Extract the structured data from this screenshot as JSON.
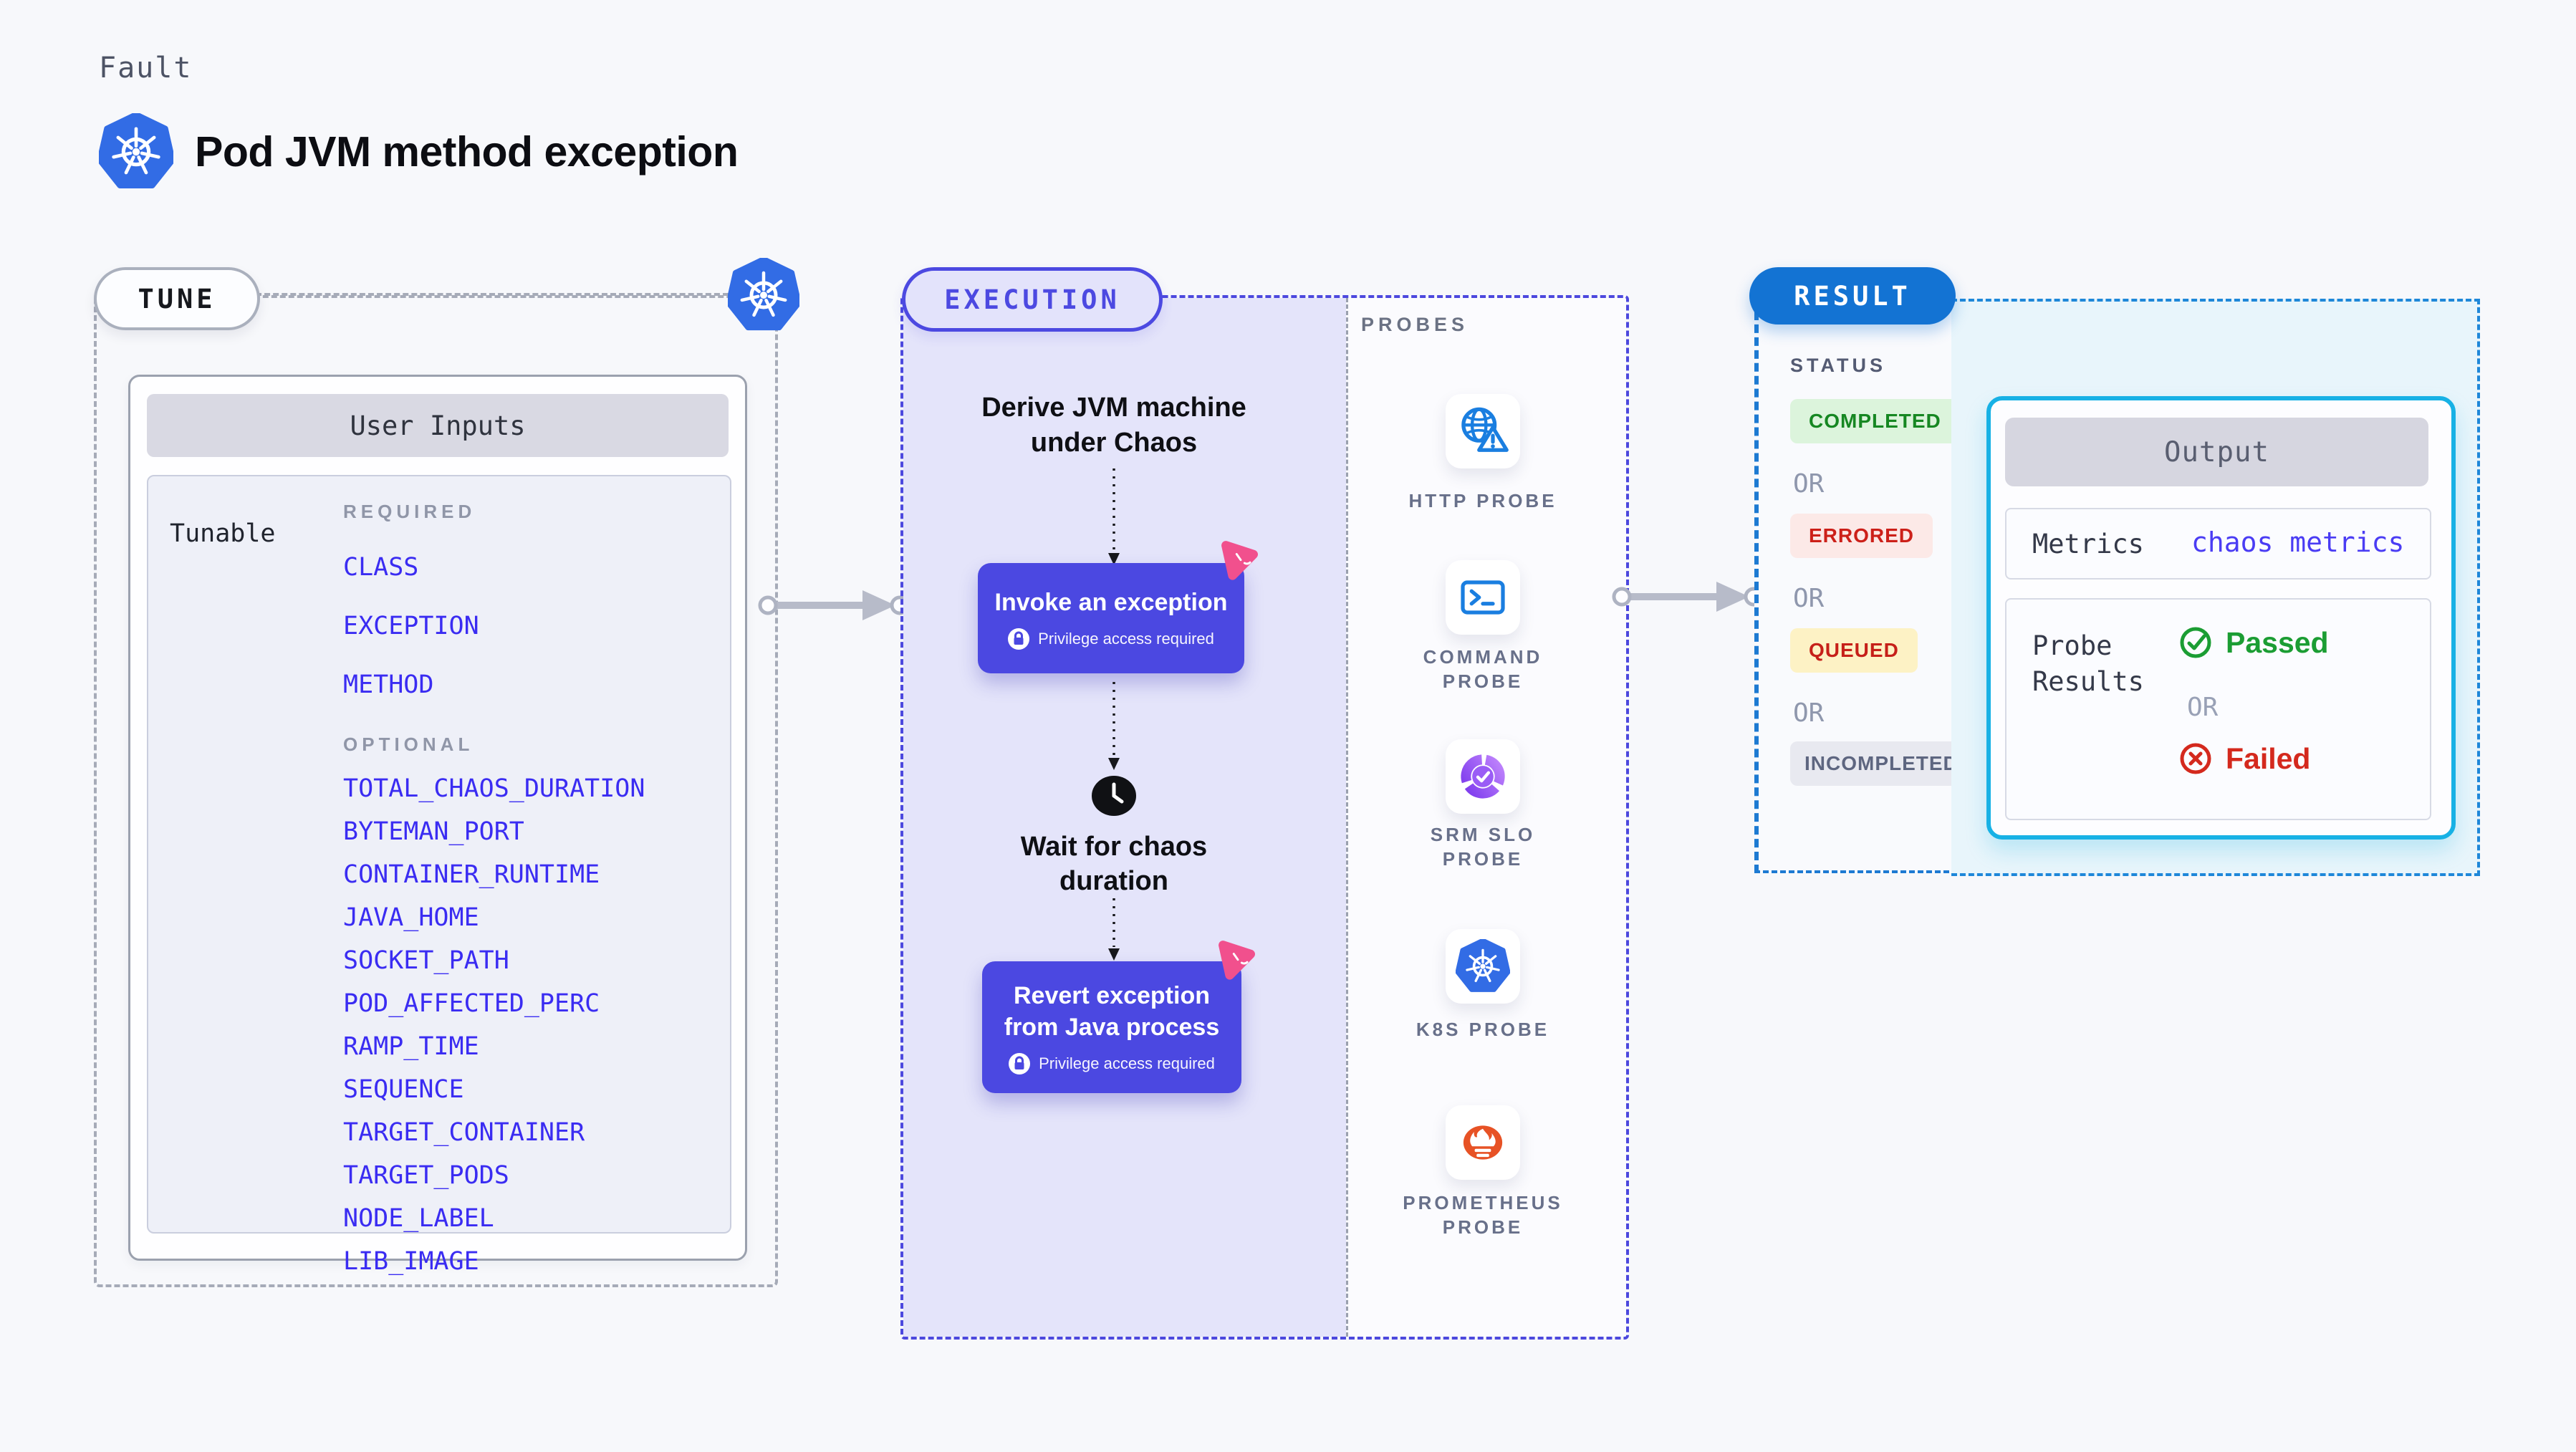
{
  "header": {
    "eyebrow": "Fault",
    "title": "Pod JVM method exception"
  },
  "tune": {
    "pill": "TUNE",
    "card_header": "User Inputs",
    "side_label": "Tunable",
    "required_label": "REQUIRED",
    "required_items": [
      "CLASS",
      "EXCEPTION",
      "METHOD"
    ],
    "optional_label": "OPTIONAL",
    "optional_items": [
      "TOTAL_CHAOS_DURATION",
      "BYTEMAN_PORT",
      "CONTAINER_RUNTIME",
      "JAVA_HOME",
      "SOCKET_PATH",
      "POD_AFFECTED_PERC",
      "RAMP_TIME",
      "SEQUENCE",
      "TARGET_CONTAINER",
      "TARGET_PODS",
      "NODE_LABEL",
      "LIB_IMAGE"
    ]
  },
  "execution": {
    "pill": "EXECUTION",
    "derive_step": "Derive JVM machine\nunder Chaos",
    "invoke_title": "Invoke an exception",
    "privilege_note": "Privilege access required",
    "wait_step": "Wait for chaos\nduration",
    "revert_title": "Revert exception\nfrom Java process"
  },
  "probes": {
    "label": "PROBES",
    "items": [
      {
        "label": "HTTP PROBE",
        "icon": "globe-warning-icon"
      },
      {
        "label": "COMMAND\nPROBE",
        "icon": "terminal-icon"
      },
      {
        "label": "SRM SLO\nPROBE",
        "icon": "slo-gauge-icon"
      },
      {
        "label": "K8S PROBE",
        "icon": "kubernetes-icon"
      },
      {
        "label": "PROMETHEUS\nPROBE",
        "icon": "prometheus-flame-icon"
      }
    ]
  },
  "result": {
    "pill": "RESULT",
    "status_label": "STATUS",
    "or_label": "OR",
    "statuses": [
      {
        "label": "COMPLETED",
        "bg": "#dcf4dc",
        "color": "#168722"
      },
      {
        "label": "ERRORED",
        "bg": "#fce9e7",
        "color": "#cc2019"
      },
      {
        "label": "QUEUED",
        "bg": "#fdf2c5",
        "color": "#c62019"
      },
      {
        "label": "INCOMPLETED",
        "bg": "#e8e9f0",
        "color": "#5e6680"
      }
    ],
    "output": {
      "header": "Output",
      "metrics_label": "Metrics",
      "metrics_value": "chaos metrics",
      "probe_results_label": "Probe\nResults",
      "passed_label": "Passed",
      "failed_label": "Failed",
      "or_label": "OR"
    }
  },
  "icons": [
    "kubernetes-icon",
    "litmus-chaos-icon",
    "lock-icon",
    "clock-icon",
    "globe-warning-icon",
    "terminal-icon",
    "slo-gauge-icon",
    "prometheus-flame-icon",
    "check-circle-icon",
    "x-circle-icon",
    "arrow-right-icon",
    "arrow-down-dotted-icon"
  ],
  "colors": {
    "page_bg": "#f7f8fb",
    "kubernetes_blue": "#326ce5",
    "indigo_accent": "#4b48e1",
    "lavender_bg": "#e4e4fa",
    "pink_accent": "#f1508d",
    "result_blue": "#1373d3",
    "cyan_accent": "#17b1e5",
    "cyan_bg": "#e8f5fb",
    "input_item_blue": "#3a2cf2",
    "passed_green": "#1b9d33",
    "failed_red": "#d4291d",
    "probe_icon_blue": "#1a7ee0",
    "slo_purple": "#8b5cf6",
    "prometheus_orange": "#e75225"
  }
}
